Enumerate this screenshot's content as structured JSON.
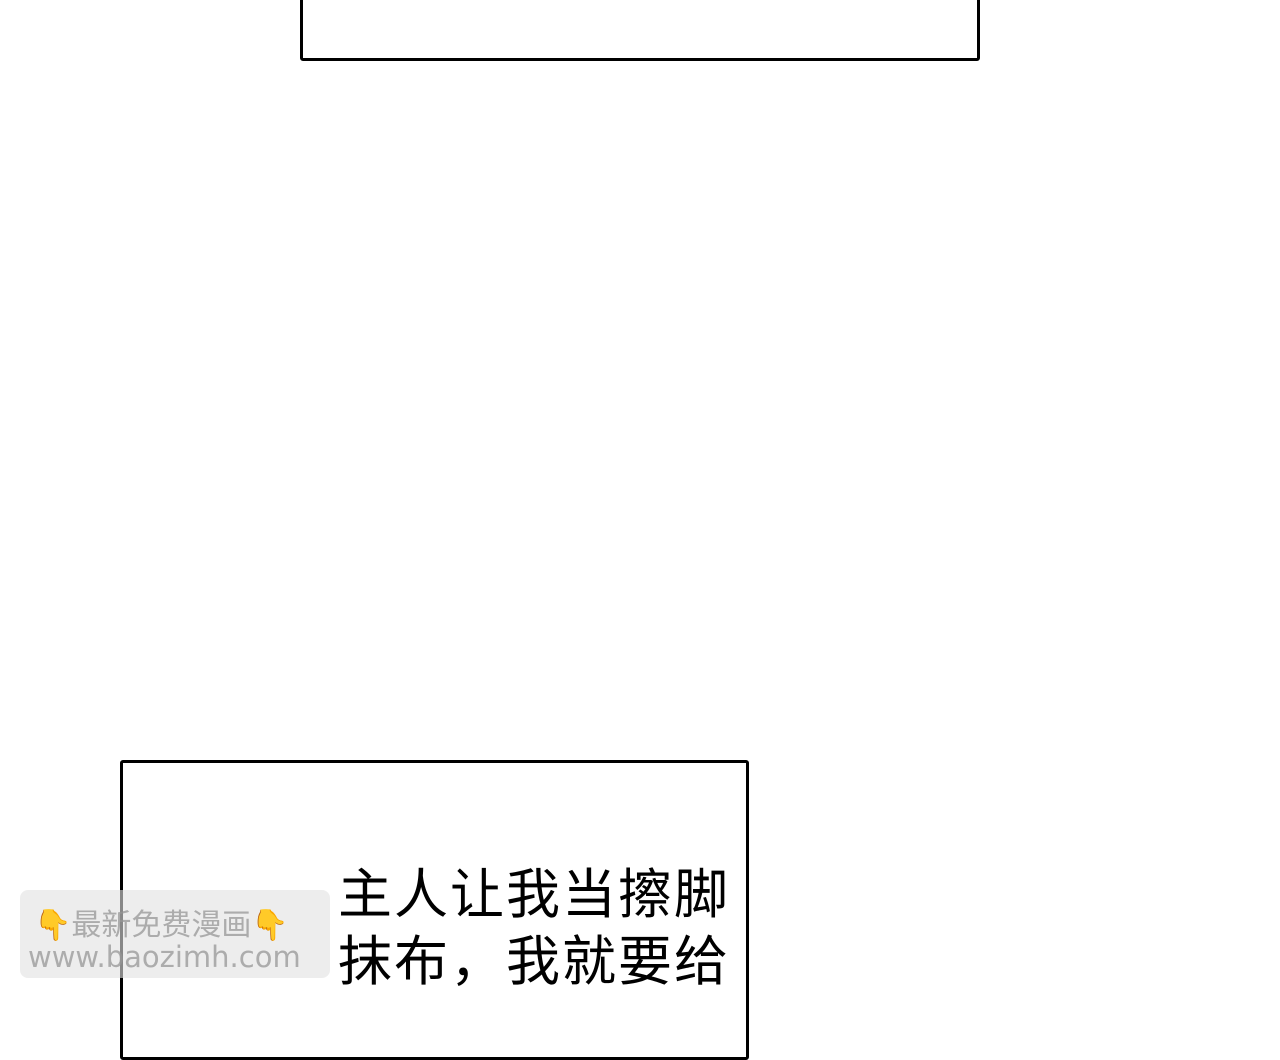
{
  "speech_bubble": {
    "lines": [
      "主人让我当擦脚",
      "抹布，我就要给"
    ]
  },
  "watermark": {
    "icon": "pointing-down-hand-icon",
    "title": "最新免费漫画",
    "url": "www.baozimh.com",
    "hand": "👇"
  }
}
